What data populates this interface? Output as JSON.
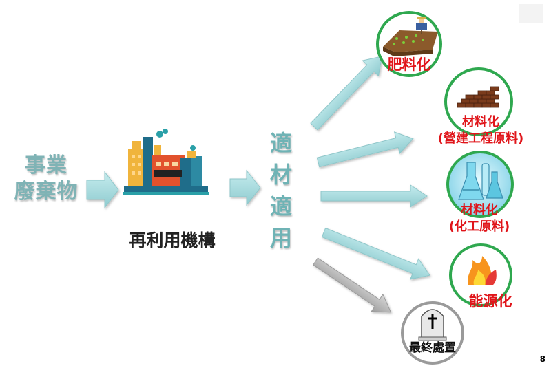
{
  "source": {
    "line1": "事業",
    "line2": "廢棄物"
  },
  "factory": {
    "label": "再利用機構"
  },
  "suitable": {
    "chars": [
      "適",
      "材",
      "適",
      "用"
    ]
  },
  "outcomes": {
    "fertilizer": {
      "label": "肥料化"
    },
    "materials_construction": {
      "line1": "材料化",
      "line2": "(營建工程原料)"
    },
    "materials_chemical": {
      "line1": "材料化",
      "line2": "(化工原料)"
    },
    "energy": {
      "label": "能源化"
    },
    "final_disposal": {
      "label": "最終處置"
    }
  },
  "page_number": "8",
  "colors": {
    "source_text": "#7fb3b5",
    "arrow_fill": "#a5d9dc",
    "arrow_stroke": "#8fc6c9",
    "gray_arrow": "#b3b3b3",
    "circle_green": "#2fa84f",
    "circle_gray": "#9a9a9a",
    "label_red": "#e0151a"
  },
  "icons": [
    "factory-icon",
    "farm-soil-icon",
    "brick-wall-icon",
    "lab-flask-icon",
    "fire-icon",
    "tombstone-icon"
  ]
}
